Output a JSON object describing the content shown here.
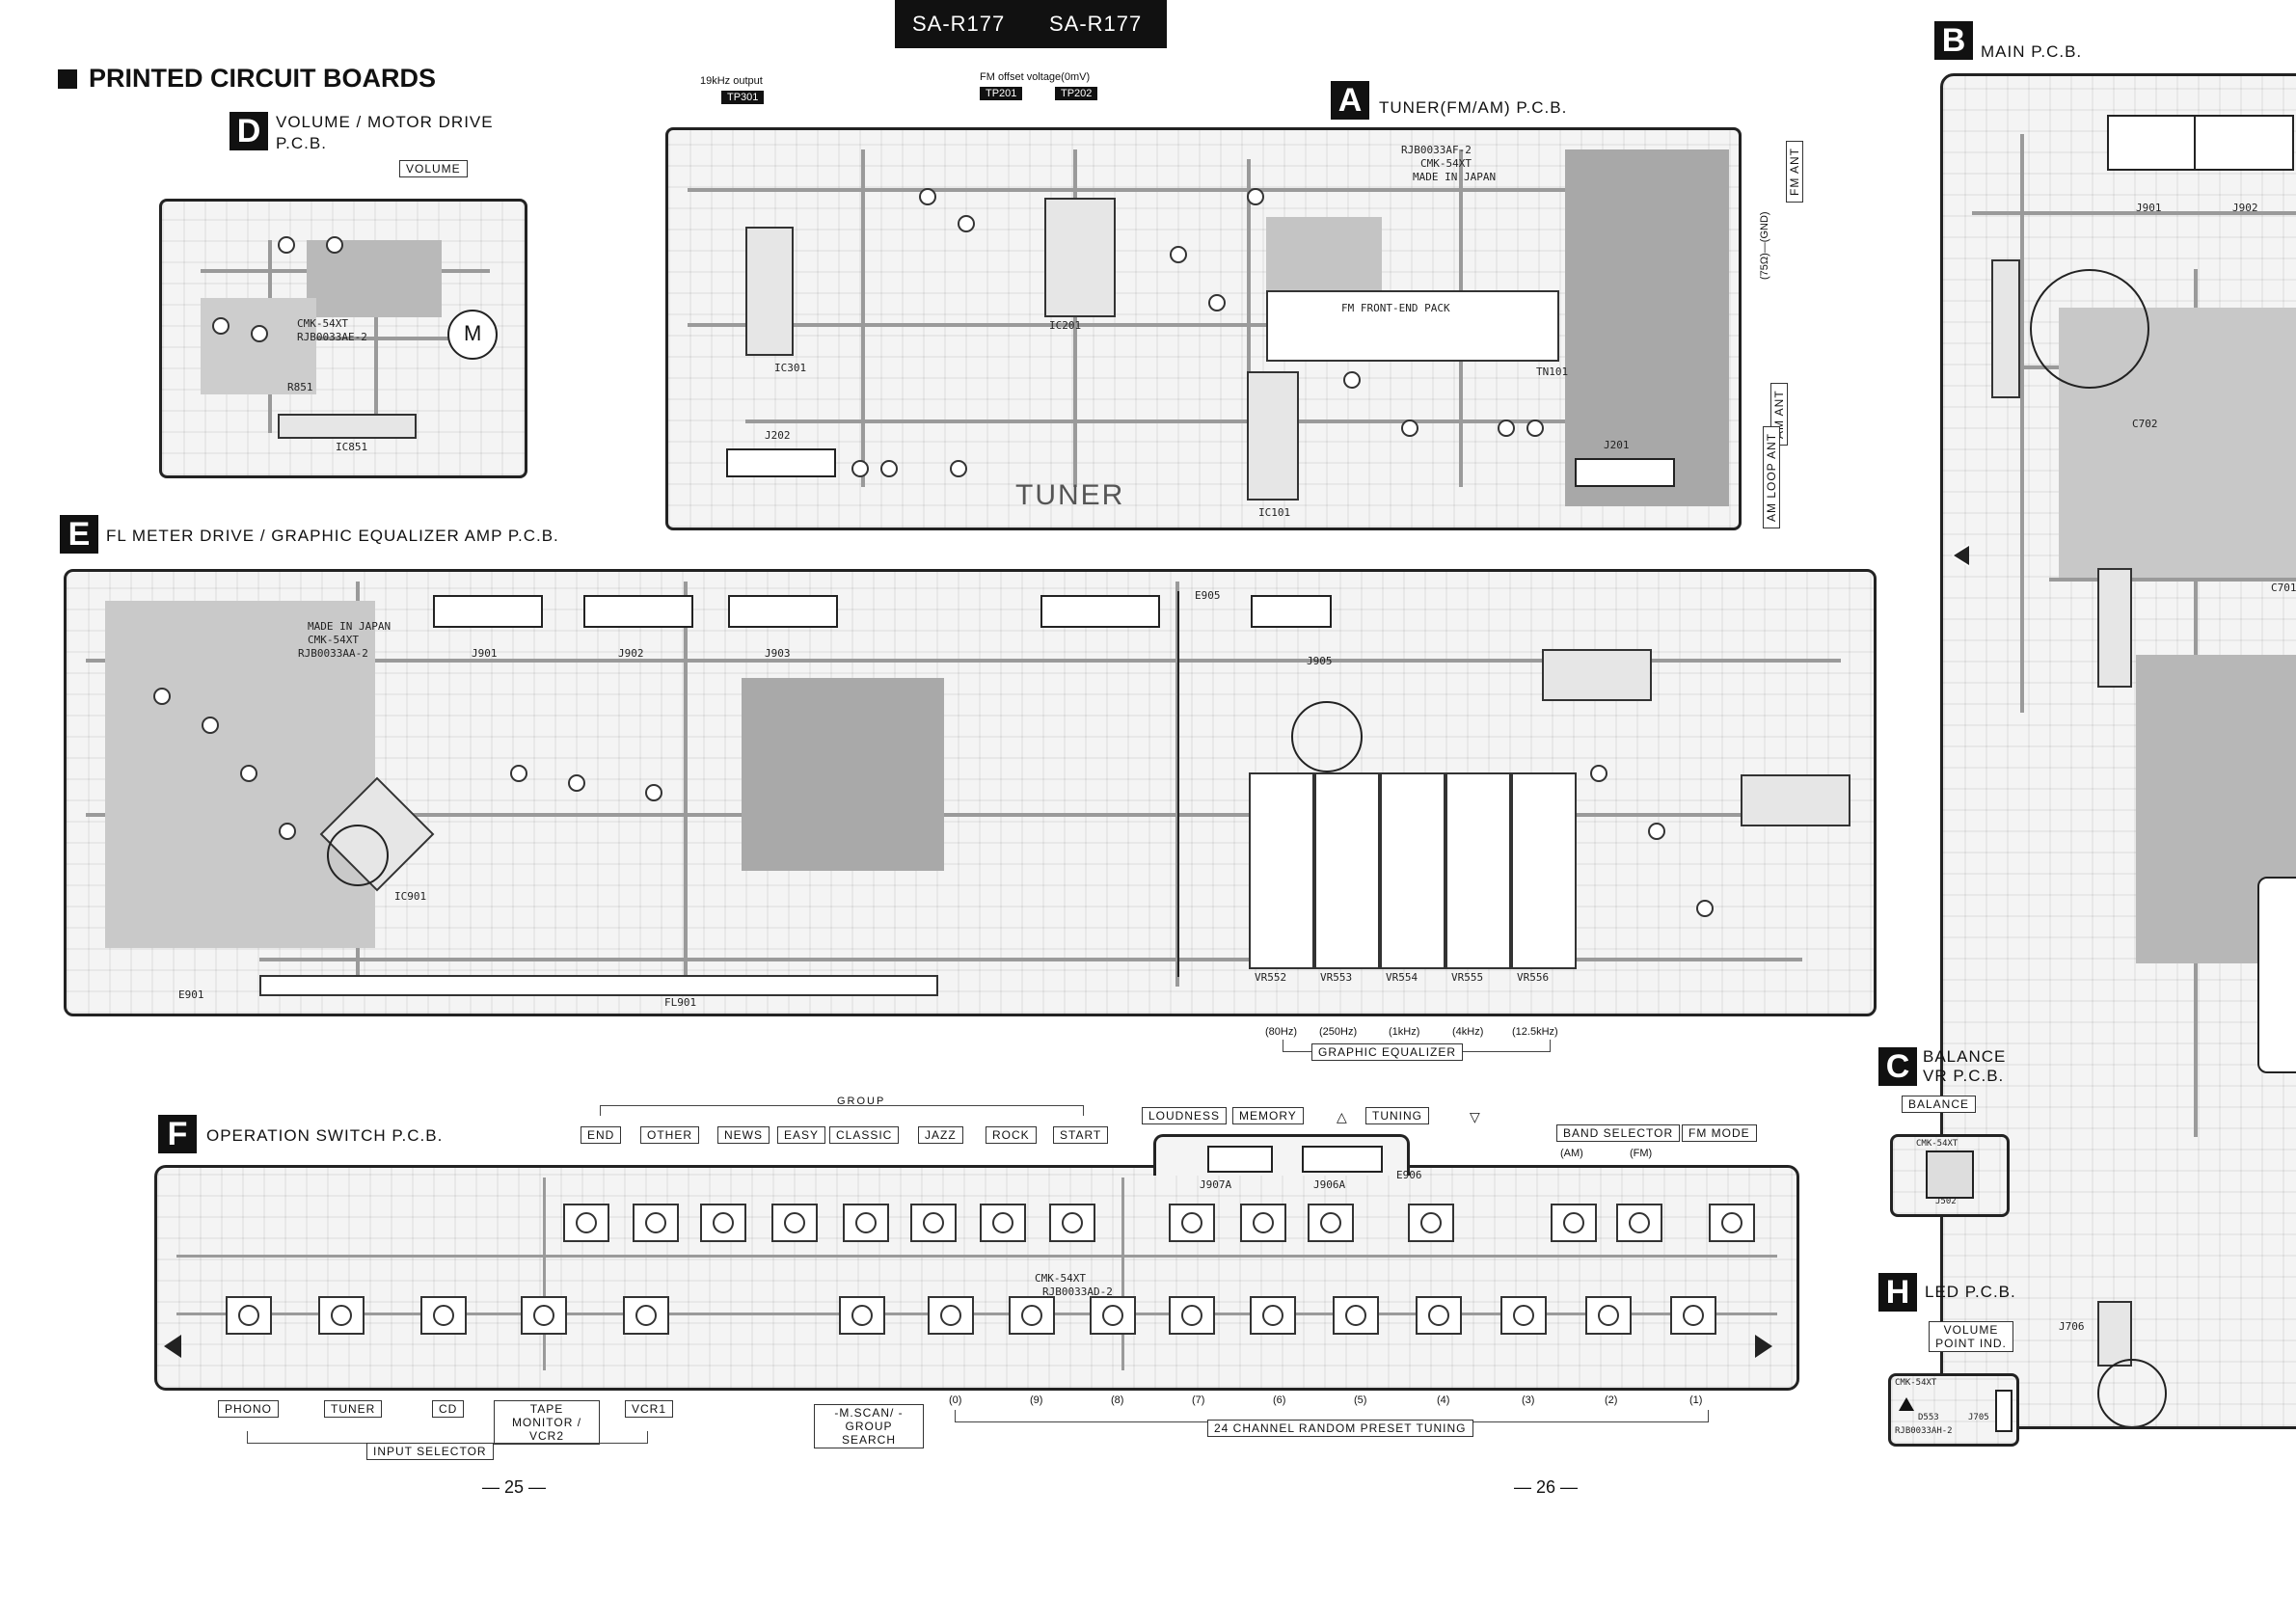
{
  "header": {
    "model_left": "SA-R177",
    "model_right": "SA-R177"
  },
  "main_heading": "PRINTED CIRCUIT BOARDS",
  "boards": {
    "A": {
      "letter": "A",
      "title": "TUNER(FM/AM) P.C.B."
    },
    "B": {
      "letter": "B",
      "title": "MAIN P.C.B."
    },
    "C": {
      "letter": "C",
      "title": "BALANCE VR P.C.B."
    },
    "D": {
      "letter": "D",
      "title": "VOLUME / MOTOR DRIVE P.C.B."
    },
    "E": {
      "letter": "E",
      "title": "FL METER DRIVE / GRAPHIC EQUALIZER AMP P.C.B."
    },
    "F": {
      "letter": "F",
      "title": "OPERATION SWITCH P.C.B."
    },
    "H": {
      "letter": "H",
      "title": "LED P.C.B."
    }
  },
  "tuner": {
    "tp301_note": "19kHz output",
    "tp301": "TP301",
    "fm_offset_note": "FM offset voltage(0mV)",
    "tp201": "TP201",
    "tp202": "TP202",
    "board_code": "RJB0033AF-2",
    "cmk": "CMK-54XT",
    "made_in": "MADE IN JAPAN",
    "frontend": "FM FRONT-END PACK",
    "tuner_label": "TUNER",
    "fm_ant": "FM ANT",
    "am_ant": "AM ANT",
    "am_loop_ant": "AM LOOP ANT",
    "gnd": "(75Ω)—(GND)",
    "ic101": "IC101",
    "ic201": "IC201",
    "ic301": "IC301",
    "tn101": "TN101",
    "j201": "J201",
    "j202": "J202"
  },
  "volume": {
    "tag": "VOLUME",
    "cmk": "CMK-54XT",
    "board_code": "RJB0033AE-2",
    "ic851": "IC851",
    "r851": "R851",
    "motor": "M"
  },
  "fl_meter": {
    "connectors": [
      "J901",
      "J902",
      "J903",
      "J905"
    ],
    "e905": "E905",
    "e901": "E901",
    "fl901": "FL901",
    "made_in": "MADE IN JAPAN",
    "cmk": "CMK-54XT",
    "board_code": "RJB0033AA-2",
    "ic901": "IC901",
    "vrs": [
      "VR552",
      "VR553",
      "VR554",
      "VR555",
      "VR556"
    ],
    "freqs": [
      "(80Hz)",
      "(250Hz)",
      "(1kHz)",
      "(4kHz)",
      "(12.5kHz)"
    ],
    "graphic_eq": "GRAPHIC EQUALIZER"
  },
  "operation": {
    "group_label": "GROUP",
    "group_buttons": [
      "END",
      "OTHER",
      "NEWS",
      "EASY",
      "CLASSIC",
      "JAZZ",
      "ROCK",
      "START"
    ],
    "loudness": "LOUDNESS",
    "memory": "MEMORY",
    "tuning": "TUNING",
    "band_selector": "BAND SELECTOR",
    "band_am": "(AM)",
    "band_fm": "(FM)",
    "fm_mode": "FM MODE",
    "cmk": "CMK-54XT",
    "board_code": "RJB0033AD-2",
    "j907a": "J907A",
    "j906a": "J906A",
    "e906": "E906",
    "input_buttons": [
      "PHONO",
      "TUNER",
      "CD",
      "TAPE MONITOR / VCR2",
      "VCR1"
    ],
    "input_selector": "INPUT SELECTOR",
    "mscan": "-M.SCAN/ -GROUP SEARCH",
    "preset_numbers": [
      "(0)",
      "(9)",
      "(8)",
      "(7)",
      "(6)",
      "(5)",
      "(4)",
      "(3)",
      "(2)",
      "(1)"
    ],
    "preset_label": "24 CHANNEL RANDOM PRESET TUNING"
  },
  "balance": {
    "tag": "BALANCE",
    "cmk": "CMK-54XT",
    "j502": "J502"
  },
  "led": {
    "tag": "VOLUME POINT IND.",
    "cmk": "CMK-54XT",
    "d553": "D553",
    "j705": "J705",
    "board_code": "RJB0033AH-2"
  },
  "main": {
    "j901": "J901",
    "j902": "J902",
    "c702": "C702",
    "c701": "C701",
    "j706": "J706"
  },
  "page_numbers": {
    "left": "— 25 —",
    "right": "— 26 —"
  }
}
